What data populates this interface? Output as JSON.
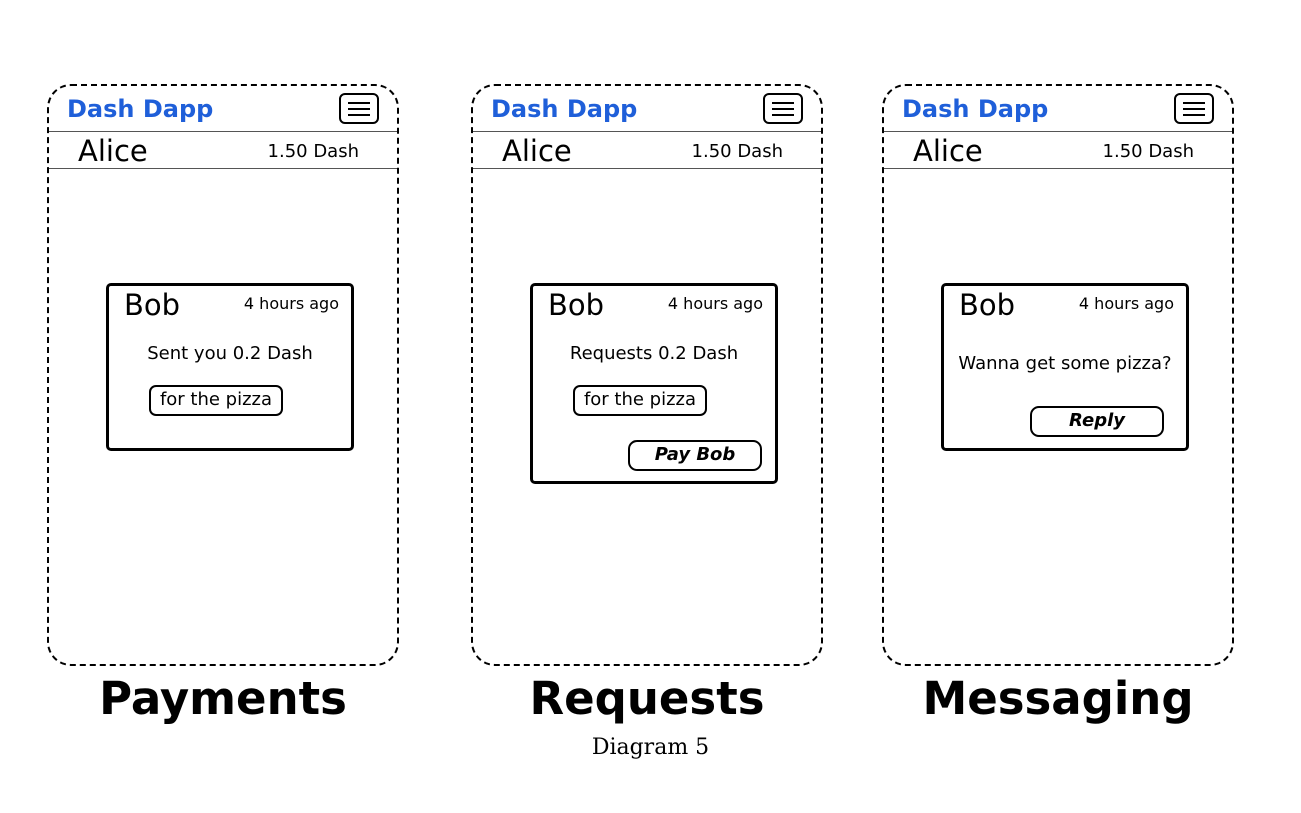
{
  "panels": [
    {
      "app_title": "Dash Dapp",
      "menu_icon": "hamburger-menu-icon",
      "user_name": "Alice",
      "balance": "1.50 Dash",
      "card": {
        "sender": "Bob",
        "time": "4 hours ago",
        "message": "Sent you 0.2 Dash",
        "memo": "for the pizza"
      },
      "label": "Payments"
    },
    {
      "app_title": "Dash Dapp",
      "menu_icon": "hamburger-menu-icon",
      "user_name": "Alice",
      "balance": "1.50 Dash",
      "card": {
        "sender": "Bob",
        "time": "4 hours ago",
        "message": "Requests 0.2 Dash",
        "memo": "for the pizza",
        "action": "Pay Bob"
      },
      "label": "Requests"
    },
    {
      "app_title": "Dash Dapp",
      "menu_icon": "hamburger-menu-icon",
      "user_name": "Alice",
      "balance": "1.50 Dash",
      "card": {
        "sender": "Bob",
        "time": "4 hours ago",
        "message": "Wanna get some pizza?",
        "action": "Reply"
      },
      "label": "Messaging"
    }
  ],
  "caption": "Diagram 5",
  "colors": {
    "app_title": "#1f5fd9",
    "border": "#000000"
  }
}
